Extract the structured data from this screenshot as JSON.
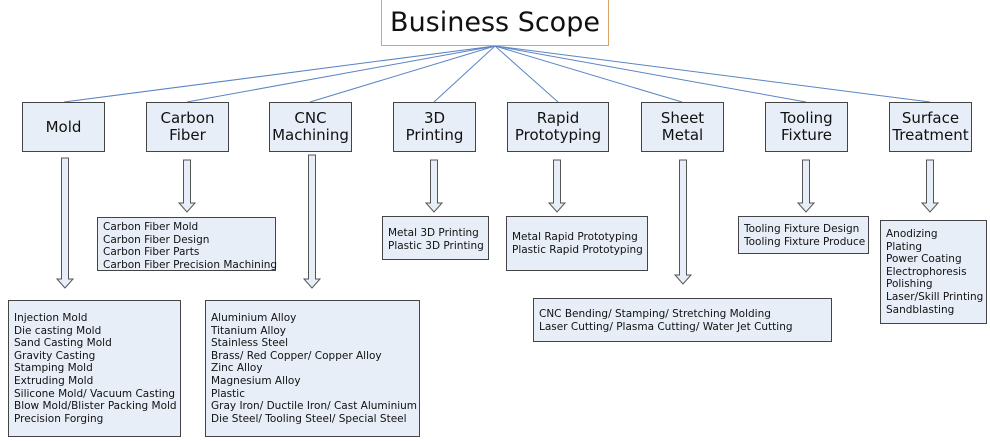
{
  "title": "Business Scope",
  "colors": {
    "connector": "#5b84c4",
    "box_fill": "#e8eef8",
    "box_border": "#444444",
    "root_border": "#d9a26a",
    "arrow_fill": "#e8eef8",
    "arrow_stroke": "#555555"
  },
  "categories": [
    {
      "id": "mold",
      "label": "Mold",
      "items": [
        "Injection Mold",
        "Die casting Mold",
        "Sand Casting Mold",
        "Gravity Casting",
        "Stamping Mold",
        "Extruding Mold",
        "Silicone Mold/ Vacuum Casting",
        "Blow Mold/Blister Packing Mold",
        "Precision Forging"
      ]
    },
    {
      "id": "carbon-fiber",
      "label": "Carbon\nFiber",
      "items": [
        "Carbon Fiber Mold",
        "Carbon Fiber Design",
        "Carbon Fiber Parts",
        "Carbon Fiber Precision Machining"
      ]
    },
    {
      "id": "cnc-machining",
      "label": "CNC\nMachining",
      "items": [
        "Aluminium Alloy",
        "Titanium  Alloy",
        "Stainless Steel",
        "Brass/ Red Copper/ Copper Alloy",
        "Zinc Alloy",
        "Magnesium Alloy",
        "Plastic",
        "Gray Iron/ Ductile Iron/  Cast Aluminium",
        "Die Steel/ Tooling Steel/ Special Steel"
      ]
    },
    {
      "id": "3d-printing",
      "label": "3D\nPrinting",
      "items": [
        "Metal 3D Printing",
        "Plastic 3D Printing"
      ]
    },
    {
      "id": "rapid-prototyping",
      "label": "Rapid\nPrototyping",
      "items": [
        "Metal Rapid Prototyping",
        "Plastic Rapid Prototyping"
      ]
    },
    {
      "id": "sheet-metal",
      "label": "Sheet\nMetal",
      "items": [
        "CNC Bending/ Stamping/ Stretching Molding",
        "Laser Cutting/ Plasma Cutting/ Water Jet Cutting"
      ]
    },
    {
      "id": "tooling-fixture",
      "label": "Tooling\nFixture",
      "items": [
        "Tooling Fixture Design",
        "Tooling Fixture Produce"
      ]
    },
    {
      "id": "surface-treatment",
      "label": "Surface\nTreatment",
      "items": [
        "Anodizing",
        "Plating",
        "Power Coating",
        "Electrophoresis",
        "Polishing",
        "Laser/Skill Printing",
        "Sandblasting"
      ]
    }
  ]
}
